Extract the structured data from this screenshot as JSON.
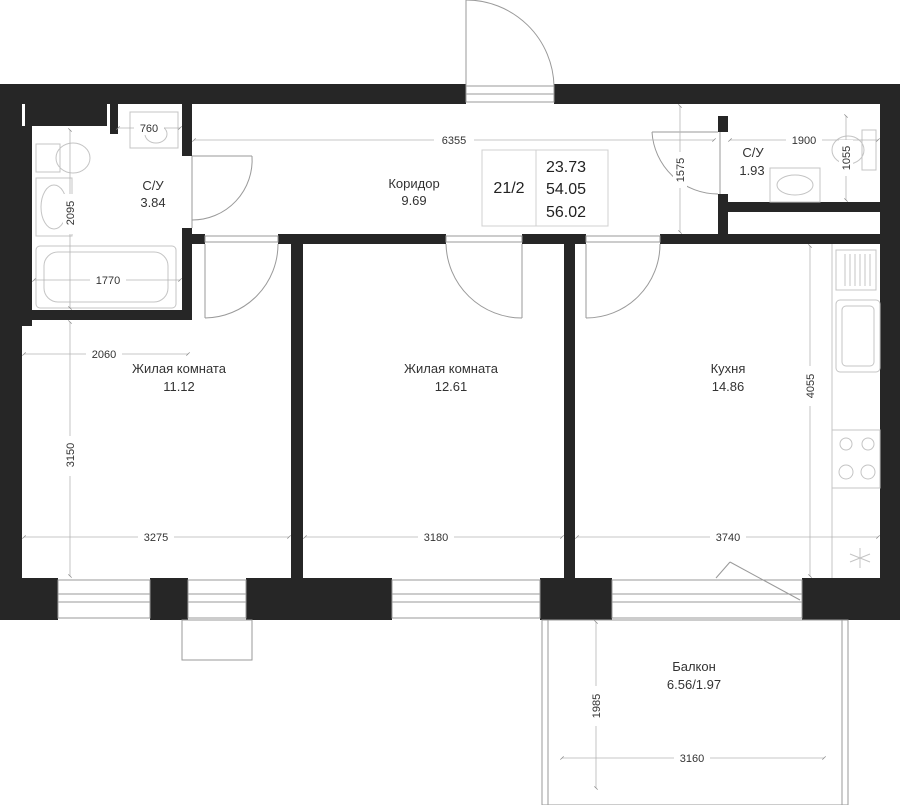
{
  "apartment": {
    "number": "21/2",
    "living_area": "23.73",
    "total_area": "54.05",
    "area_with_balcony": "56.02"
  },
  "rooms": {
    "bathroom_left": {
      "name": "С/У",
      "area": "3.84"
    },
    "bathroom_right": {
      "name": "С/У",
      "area": "1.93"
    },
    "corridor": {
      "name": "Коридор",
      "area": "9.69"
    },
    "living_room_1": {
      "name": "Жилая комната",
      "area": "11.12"
    },
    "living_room_2": {
      "name": "Жилая комната",
      "area": "12.61"
    },
    "kitchen": {
      "name": "Кухня",
      "area": "14.86"
    },
    "balcony": {
      "name": "Балкон",
      "area": "6.56/1.97"
    }
  },
  "dimensions": {
    "niche_width": "760",
    "corridor_length": "6355",
    "corridor_depth": "1575",
    "bathroom_right_width": "1900",
    "bathroom_right_depth": "1055",
    "bathroom_left_depth": "2095",
    "bathroom_left_width": "1770",
    "room1_width_upper": "2060",
    "room1_depth": "3150",
    "room1_width": "3275",
    "room2_width": "3180",
    "kitchen_width": "3740",
    "kitchen_depth": "4055",
    "balcony_depth": "1985",
    "balcony_width": "3160"
  }
}
